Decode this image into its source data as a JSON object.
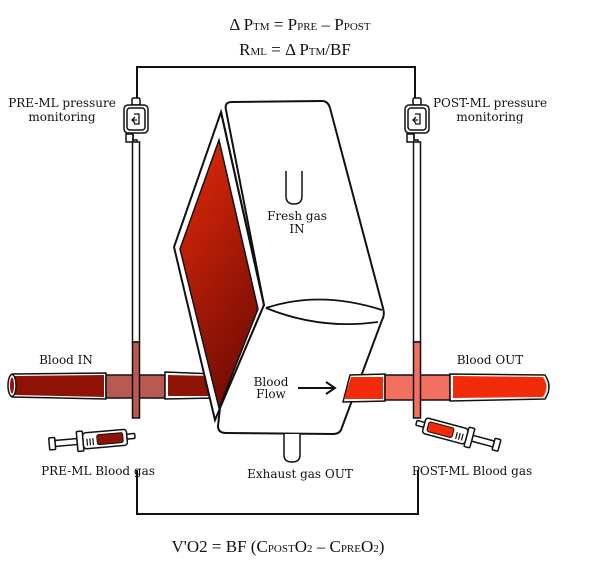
{
  "equations": {
    "delta_ptm": {
      "lead": "Δ P",
      "sub1": "TM",
      "mid": " = P",
      "sub2": "PRE",
      "mid2": " – P",
      "sub3": "POST"
    },
    "rml": {
      "lead": "R",
      "sub1": "ML",
      "mid": " = Δ P",
      "sub2": "TM",
      "tail": "/BF"
    },
    "vo2": {
      "lead": "V'O2 = BF (C",
      "sub1": "POST",
      "mid": "O",
      "sub2": "2",
      "mid2": " – C",
      "sub3": "PRE",
      "mid3": "O",
      "sub4": "2",
      "tail": ")"
    }
  },
  "labels": {
    "pre_pressure_line1": "PRE-ML pressure",
    "pre_pressure_line2": "monitoring",
    "post_pressure_line1": "POST-ML pressure",
    "post_pressure_line2": "monitoring",
    "fresh_gas_line1": "Fresh gas",
    "fresh_gas_line2": "IN",
    "blood_flow_line1": "Blood",
    "blood_flow_line2": "Flow",
    "blood_in": "Blood IN",
    "blood_out": "Blood OUT",
    "exhaust": "Exhaust gas OUT",
    "pre_blood_gas": "PRE-ML Blood gas",
    "post_blood_gas": "POST-ML Blood gas"
  },
  "colors": {
    "venous_blood": "#8e1205",
    "venous_port": "#b85a52",
    "arterial_blood": "#f22b0a",
    "arterial_port": "#f2705f",
    "membrane_dark": "#7a0e04",
    "membrane_light": "#e52a0a",
    "outline": "#111111"
  },
  "icons": [
    "pressure-transducer-icon",
    "syringe-icon",
    "arrow-right-icon"
  ]
}
